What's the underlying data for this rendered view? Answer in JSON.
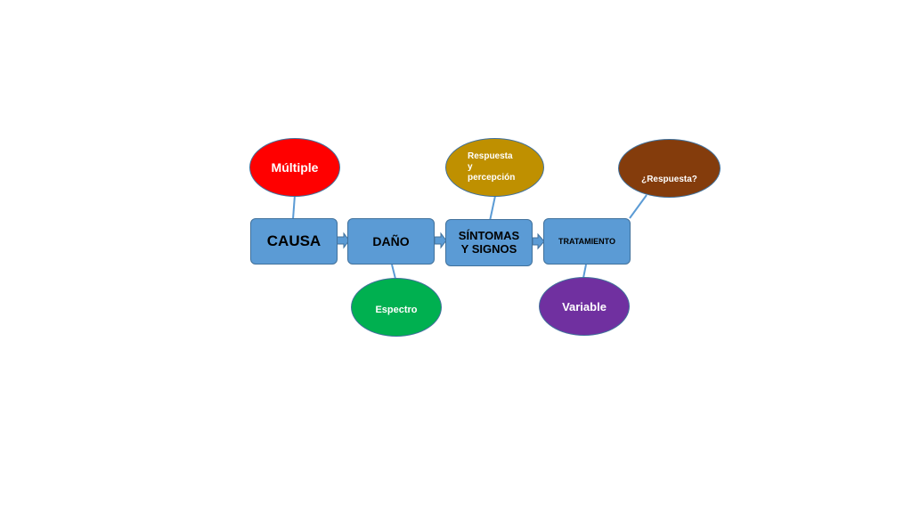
{
  "diagram": {
    "steps": [
      {
        "id": "causa",
        "label": "CAUSA"
      },
      {
        "id": "dano",
        "label": "DAÑO"
      },
      {
        "id": "sintomas",
        "label": "SÍNTOMAS\nY SIGNOS"
      },
      {
        "id": "tratamiento",
        "label": "TRATAMIENTO"
      }
    ],
    "notes": [
      {
        "id": "multiple",
        "label": "Múltiple",
        "color": "#ff0000",
        "attached_to": "causa"
      },
      {
        "id": "espectro",
        "label": "Espectro",
        "color": "#00b050",
        "attached_to": "dano"
      },
      {
        "id": "respuesta",
        "label": "Respuesta\ny\npercepción",
        "color": "#bf9000",
        "attached_to": "sintomas"
      },
      {
        "id": "variable",
        "label": "Variable",
        "color": "#7030a0",
        "attached_to": "tratamiento"
      },
      {
        "id": "pregunta",
        "label": "¿Respuesta?",
        "color": "#843c0c",
        "attached_to": "tratamiento"
      }
    ],
    "colors": {
      "box_fill": "#5b9bd5",
      "box_border": "#41719c",
      "connector": "#5b9bd5"
    }
  }
}
